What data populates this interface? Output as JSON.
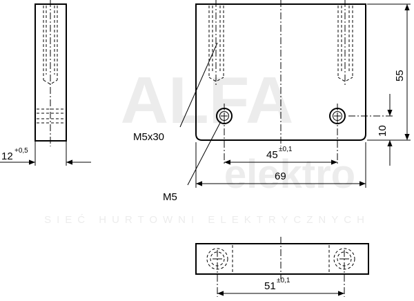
{
  "watermark": {
    "brand_top": "ALFA",
    "brand_bottom": "elektro",
    "tagline": "SIEĆ HURTOWNI ELEKTRYCZNYCH"
  },
  "dimensions": {
    "side_thickness": {
      "value": "12",
      "tolerance": "+0,5"
    },
    "hole_spacing_front": {
      "value": "45",
      "tolerance": "±0,1"
    },
    "overall_width": "69",
    "overall_height": "55",
    "hole_height": "10",
    "hole_spacing_bottom": {
      "value": "51",
      "tolerance": "±0,1"
    }
  },
  "callouts": {
    "thread": "M5x30",
    "screw": "M5"
  }
}
